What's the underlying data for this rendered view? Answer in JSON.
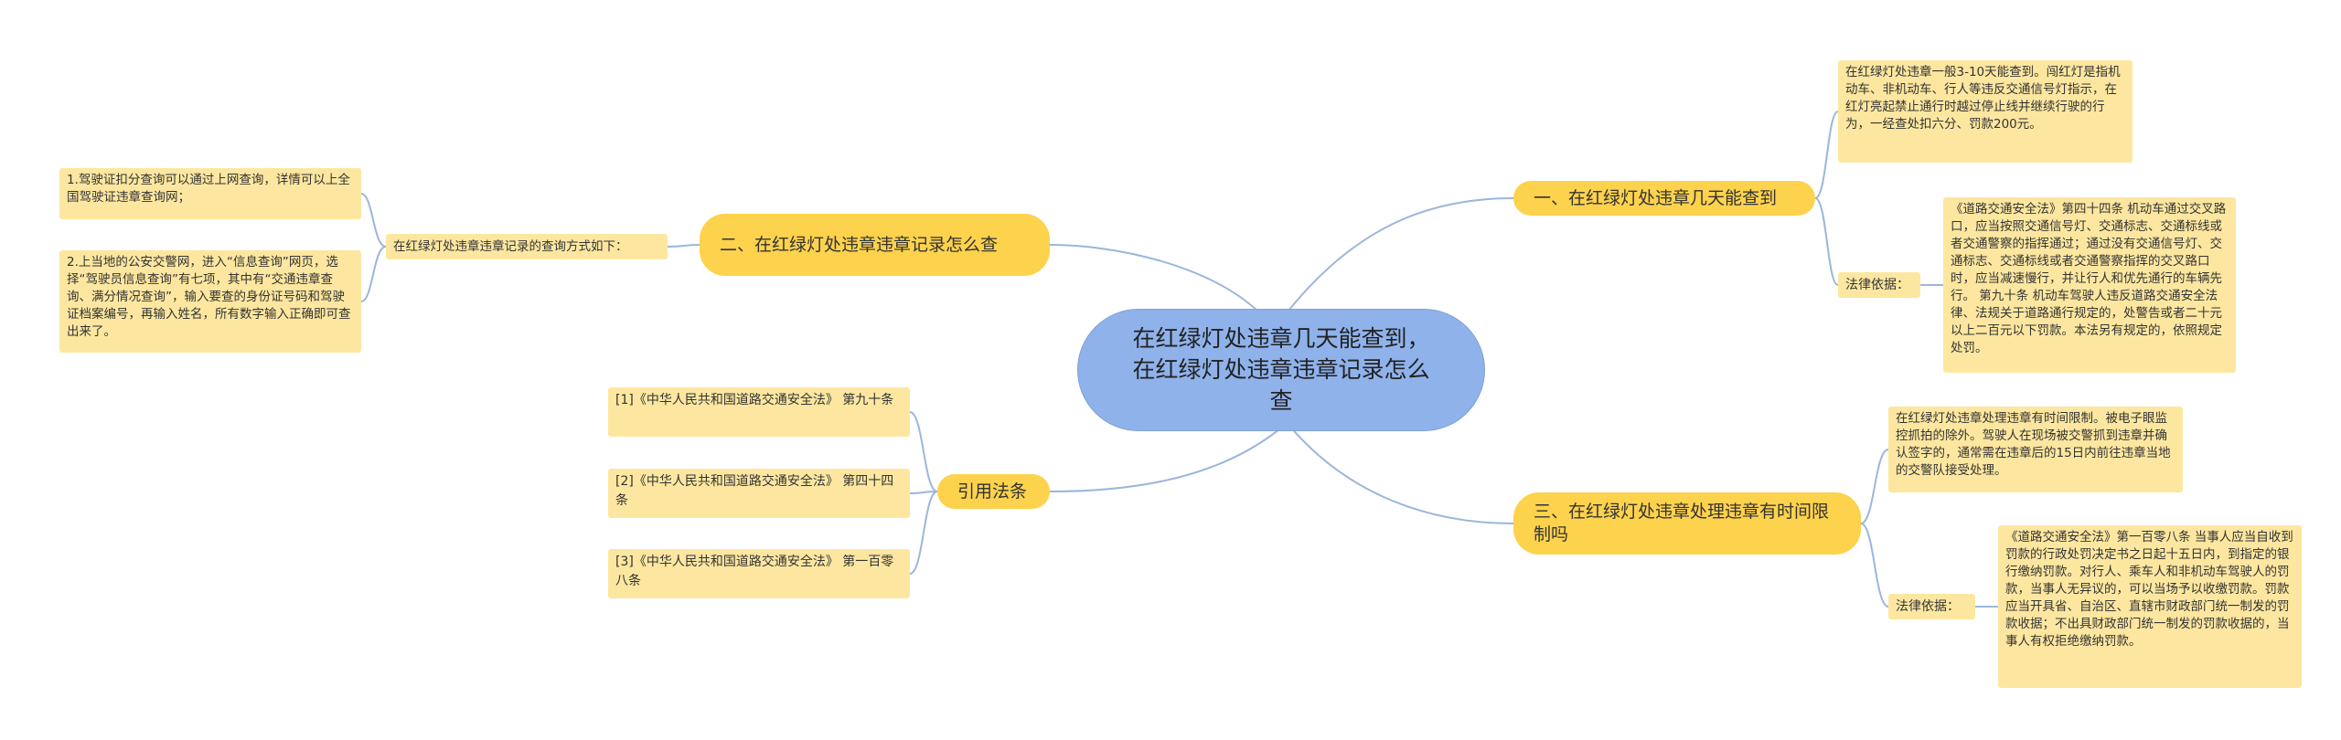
{
  "root": {
    "title": "在红绿灯处违章几天能查到，在红绿灯处违章违章记录怎么查"
  },
  "colors": {
    "root": "#8fb2ea",
    "branch": "#fdd24c",
    "leaf": "#fde7a0",
    "line": "#9ab6dc"
  },
  "branches": {
    "b1": {
      "title": "一、在红绿灯处违章几天能查到",
      "leaf1": "在红绿灯处违章一般3-10天能查到。闯红灯是指机动车、非机动车、行人等违反交通信号灯指示，在红灯亮起禁止通行时越过停止线并继续行驶的行为，一经查处扣六分、罚款200元。",
      "label": "法律依据：",
      "leaf2": "《道路交通安全法》第四十四条 机动车通过交叉路口，应当按照交通信号灯、交通标志、交通标线或者交通警察的指挥通过；通过没有交通信号灯、交通标志、交通标线或者交通警察指挥的交叉路口时，应当减速慢行，并让行人和优先通行的车辆先行。 第九十条 机动车驾驶人违反道路交通安全法律、法规关于道路通行规定的，处警告或者二十元以上二百元以下罚款。本法另有规定的，依照规定处罚。"
    },
    "b2": {
      "title": "二、在红绿灯处违章违章记录怎么查",
      "label": "在红绿灯处违章违章记录的查询方式如下：",
      "leaf1": "1.驾驶证扣分查询可以通过上网查询，详情可以上全国驾驶证违章查询网；",
      "leaf2": "2.上当地的公安交警网，进入“信息查询”网页，选择“驾驶员信息查询”有七项，其中有“交通违章查询、满分情况查询”，输入要查的身份证号码和驾驶证档案编号，再输入姓名，所有数字输入正确即可查出来了。"
    },
    "b3": {
      "title": "三、在红绿灯处违章处理违章有时间限制吗",
      "leaf1": "在红绿灯处违章处理违章有时间限制。被电子眼监控抓拍的除外。驾驶人在现场被交警抓到违章并确认签字的，通常需在违章后的15日内前往违章当地的交警队接受处理。",
      "label": "法律依据：",
      "leaf2": "《道路交通安全法》第一百零八条 当事人应当自收到罚款的行政处罚决定书之日起十五日内，到指定的银行缴纳罚款。对行人、乘车人和非机动车驾驶人的罚款，当事人无异议的，可以当场予以收缴罚款。罚款应当开具省、自治区、直辖市财政部门统一制发的罚款收据；不出具财政部门统一制发的罚款收据的，当事人有权拒绝缴纳罚款。"
    },
    "b4": {
      "title": "引用法条",
      "ref1": "[1]《中华人民共和国道路交通安全法》 第九十条",
      "ref2": "[2]《中华人民共和国道路交通安全法》 第四十四条",
      "ref3": "[3]《中华人民共和国道路交通安全法》 第一百零八条"
    }
  }
}
